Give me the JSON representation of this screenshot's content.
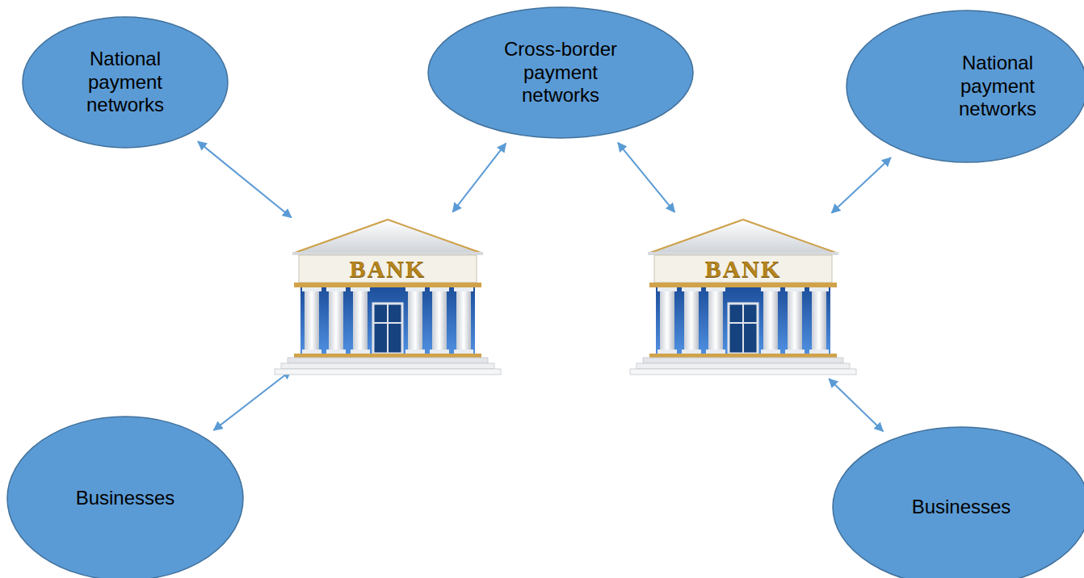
{
  "diagram": {
    "nodes": [
      {
        "text": [
          "National payment networks"
        ]
      },
      {
        "text": [
          "Cross-border payment networks"
        ]
      },
      {
        "text": [
          "National payment networks"
        ]
      },
      {
        "text": [
          "BANK"
        ]
      },
      {
        "text": [
          "BANK"
        ]
      },
      {
        "text": [
          "Businesses"
        ]
      },
      {
        "text": [
          "Businesses"
        ]
      }
    ],
    "edges": [
      {
        "from": 0,
        "to": 3,
        "arrow": "both"
      },
      {
        "from": 1,
        "to": 3,
        "arrow": "both"
      },
      {
        "from": 1,
        "to": 4,
        "arrow": "both"
      },
      {
        "from": 2,
        "to": 4,
        "arrow": "both"
      },
      {
        "from": 5,
        "to": 3,
        "arrow": "both"
      },
      {
        "from": 6,
        "to": 4,
        "arrow": "both"
      }
    ]
  }
}
